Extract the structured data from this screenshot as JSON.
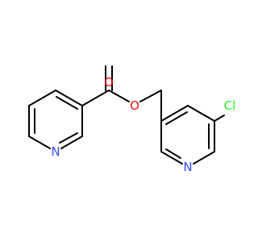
{
  "molecule": {
    "atoms": [
      {
        "id": "O-carbonyl",
        "label": "O",
        "color": "#ff0d0d"
      },
      {
        "id": "O-ester",
        "label": "O",
        "color": "#ff0d0d"
      },
      {
        "id": "N-left",
        "label": "N",
        "color": "#3050f8"
      },
      {
        "id": "N-right",
        "label": "N",
        "color": "#3050f8"
      },
      {
        "id": "Cl",
        "label": "Cl",
        "color": "#1ff01f"
      }
    ],
    "bond_color": "#000000"
  }
}
